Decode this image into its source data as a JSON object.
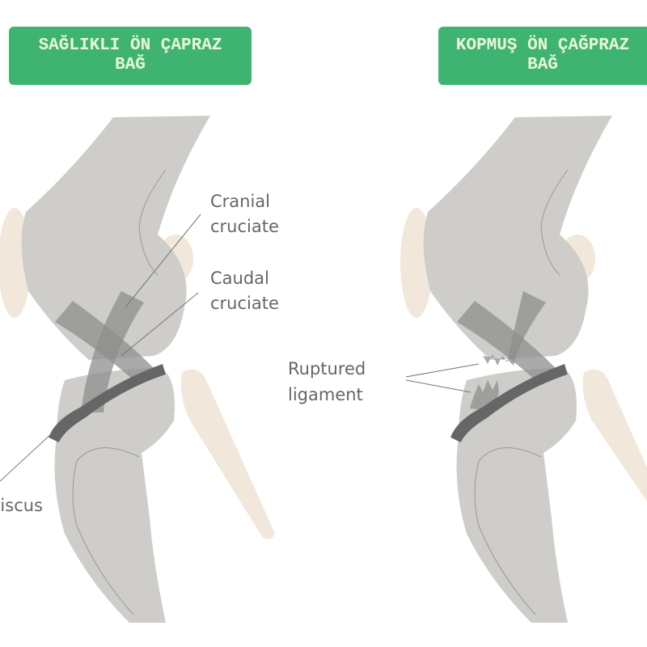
{
  "titles": {
    "healthy": {
      "line1": "SAĞLIKLI ÖN ÇAPRAZ",
      "line2": "BAĞ"
    },
    "ruptured": {
      "line1": "KOPMUŞ ÖN ÇAĞPRAZ",
      "line2": "BAĞ"
    }
  },
  "labels": {
    "cranial_1": "Cranial",
    "cranial_2": "cruciate",
    "caudal_1": "Caudal",
    "caudal_2": "cruciate",
    "ruptured_1": "Ruptured",
    "ruptured_2": "ligament",
    "meniscus": "Meniscus"
  },
  "colors": {
    "title_bg": "#3fb472",
    "bone": "#cfcdca",
    "cream": "#f1e7da",
    "ligament": "#8e8e8e",
    "meniscus": "#666666"
  }
}
